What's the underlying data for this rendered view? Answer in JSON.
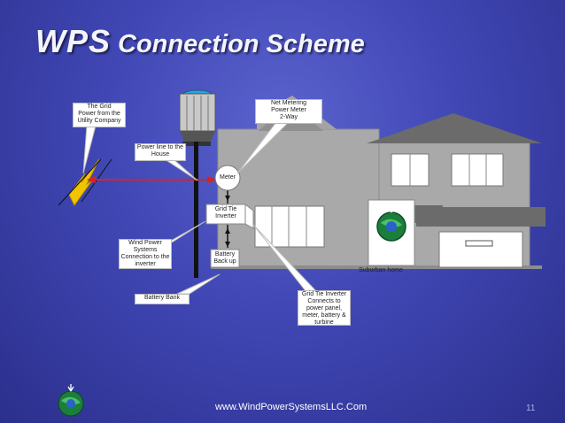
{
  "title": {
    "part1": "WPS",
    "part2": "Connection Scheme"
  },
  "callouts": {
    "grid": "The Grid\nPower from the\nUtility Company",
    "net_metering": "Net Metering\nPower Meter\n2-Way",
    "power_line": "Power line to the\nHouse",
    "wind_connection": "Wind Power\nSystems\nConnection to the\ninverter",
    "battery_bank": "Battery Bank",
    "inverter_connects": "Grid Tie Inverter\nConnects to\npower panel,\nmeter, battery &\nturbine"
  },
  "labels": {
    "meter": "Meter",
    "inverter": "Grid Tie\nInverter",
    "battery": "Battery\nBack up",
    "house": "Suburban home"
  },
  "footer": {
    "url": "www.WindPowerSystemsLLC.Com",
    "page": "11"
  },
  "colors": {
    "background": "#4047b4",
    "house": "#a9a9a9",
    "roof": "#6b6b6b",
    "line_red": "#e0201b",
    "lightning": "#f2c500"
  },
  "icons": [
    "lightning-icon",
    "wind-turbine-icon",
    "globe-logo-icon"
  ]
}
